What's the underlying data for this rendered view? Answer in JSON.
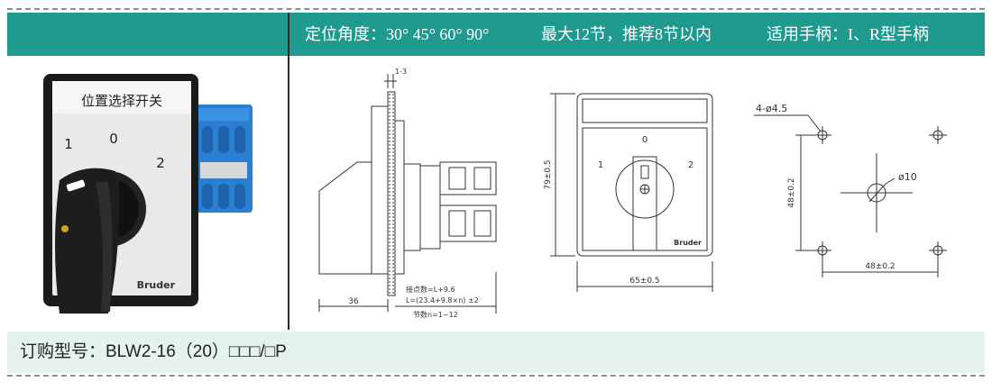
{
  "header": {
    "angle_spec": "定位角度：30° 45° 60° 90°",
    "section_spec": "最大12节，推荐8节以内",
    "handle_spec": "适用手柄：I、R型手柄"
  },
  "product_photo": {
    "plate_title": "位置选择开关",
    "pos_left": "1",
    "pos_center": "0",
    "pos_right": "2",
    "brand": "Bruder"
  },
  "side_view": {
    "offset_label": "1-3",
    "depth_label": "36",
    "length_line1": "接点数=L+9.6",
    "length_line2": "L=(23.4+9.8×n) ±2",
    "length_line3": "节数n=1~12"
  },
  "front_view": {
    "height_label": "79±0.5",
    "width_label": "65±0.5",
    "pos_left": "1",
    "pos_center": "0",
    "pos_right": "2",
    "brand": "Bruder"
  },
  "cutout": {
    "hole_label": "4-ø4.5",
    "center_label": "ø10",
    "v_label": "48±0.2",
    "h_label": "48±0.2"
  },
  "order": {
    "label": "订购型号：BLW2-16（20）□□□/□P"
  }
}
